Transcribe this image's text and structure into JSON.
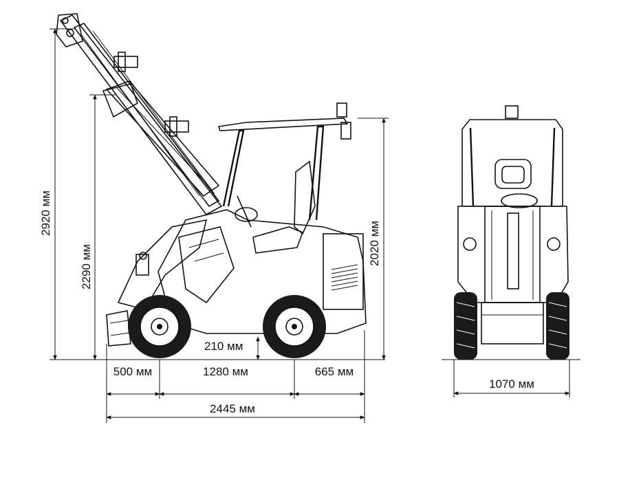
{
  "dimensions": {
    "overall_height": "2920 мм",
    "boom_height": "2290 мм",
    "cab_height": "2020 мм",
    "ground_clearance": "210 мм",
    "front_overhang": "500 мм",
    "wheelbase": "1280 мм",
    "rear_overhang": "665 мм",
    "overall_length": "2445 мм",
    "width": "1070 мм"
  },
  "colors": {
    "ink": "#111111",
    "background": "#ffffff"
  }
}
